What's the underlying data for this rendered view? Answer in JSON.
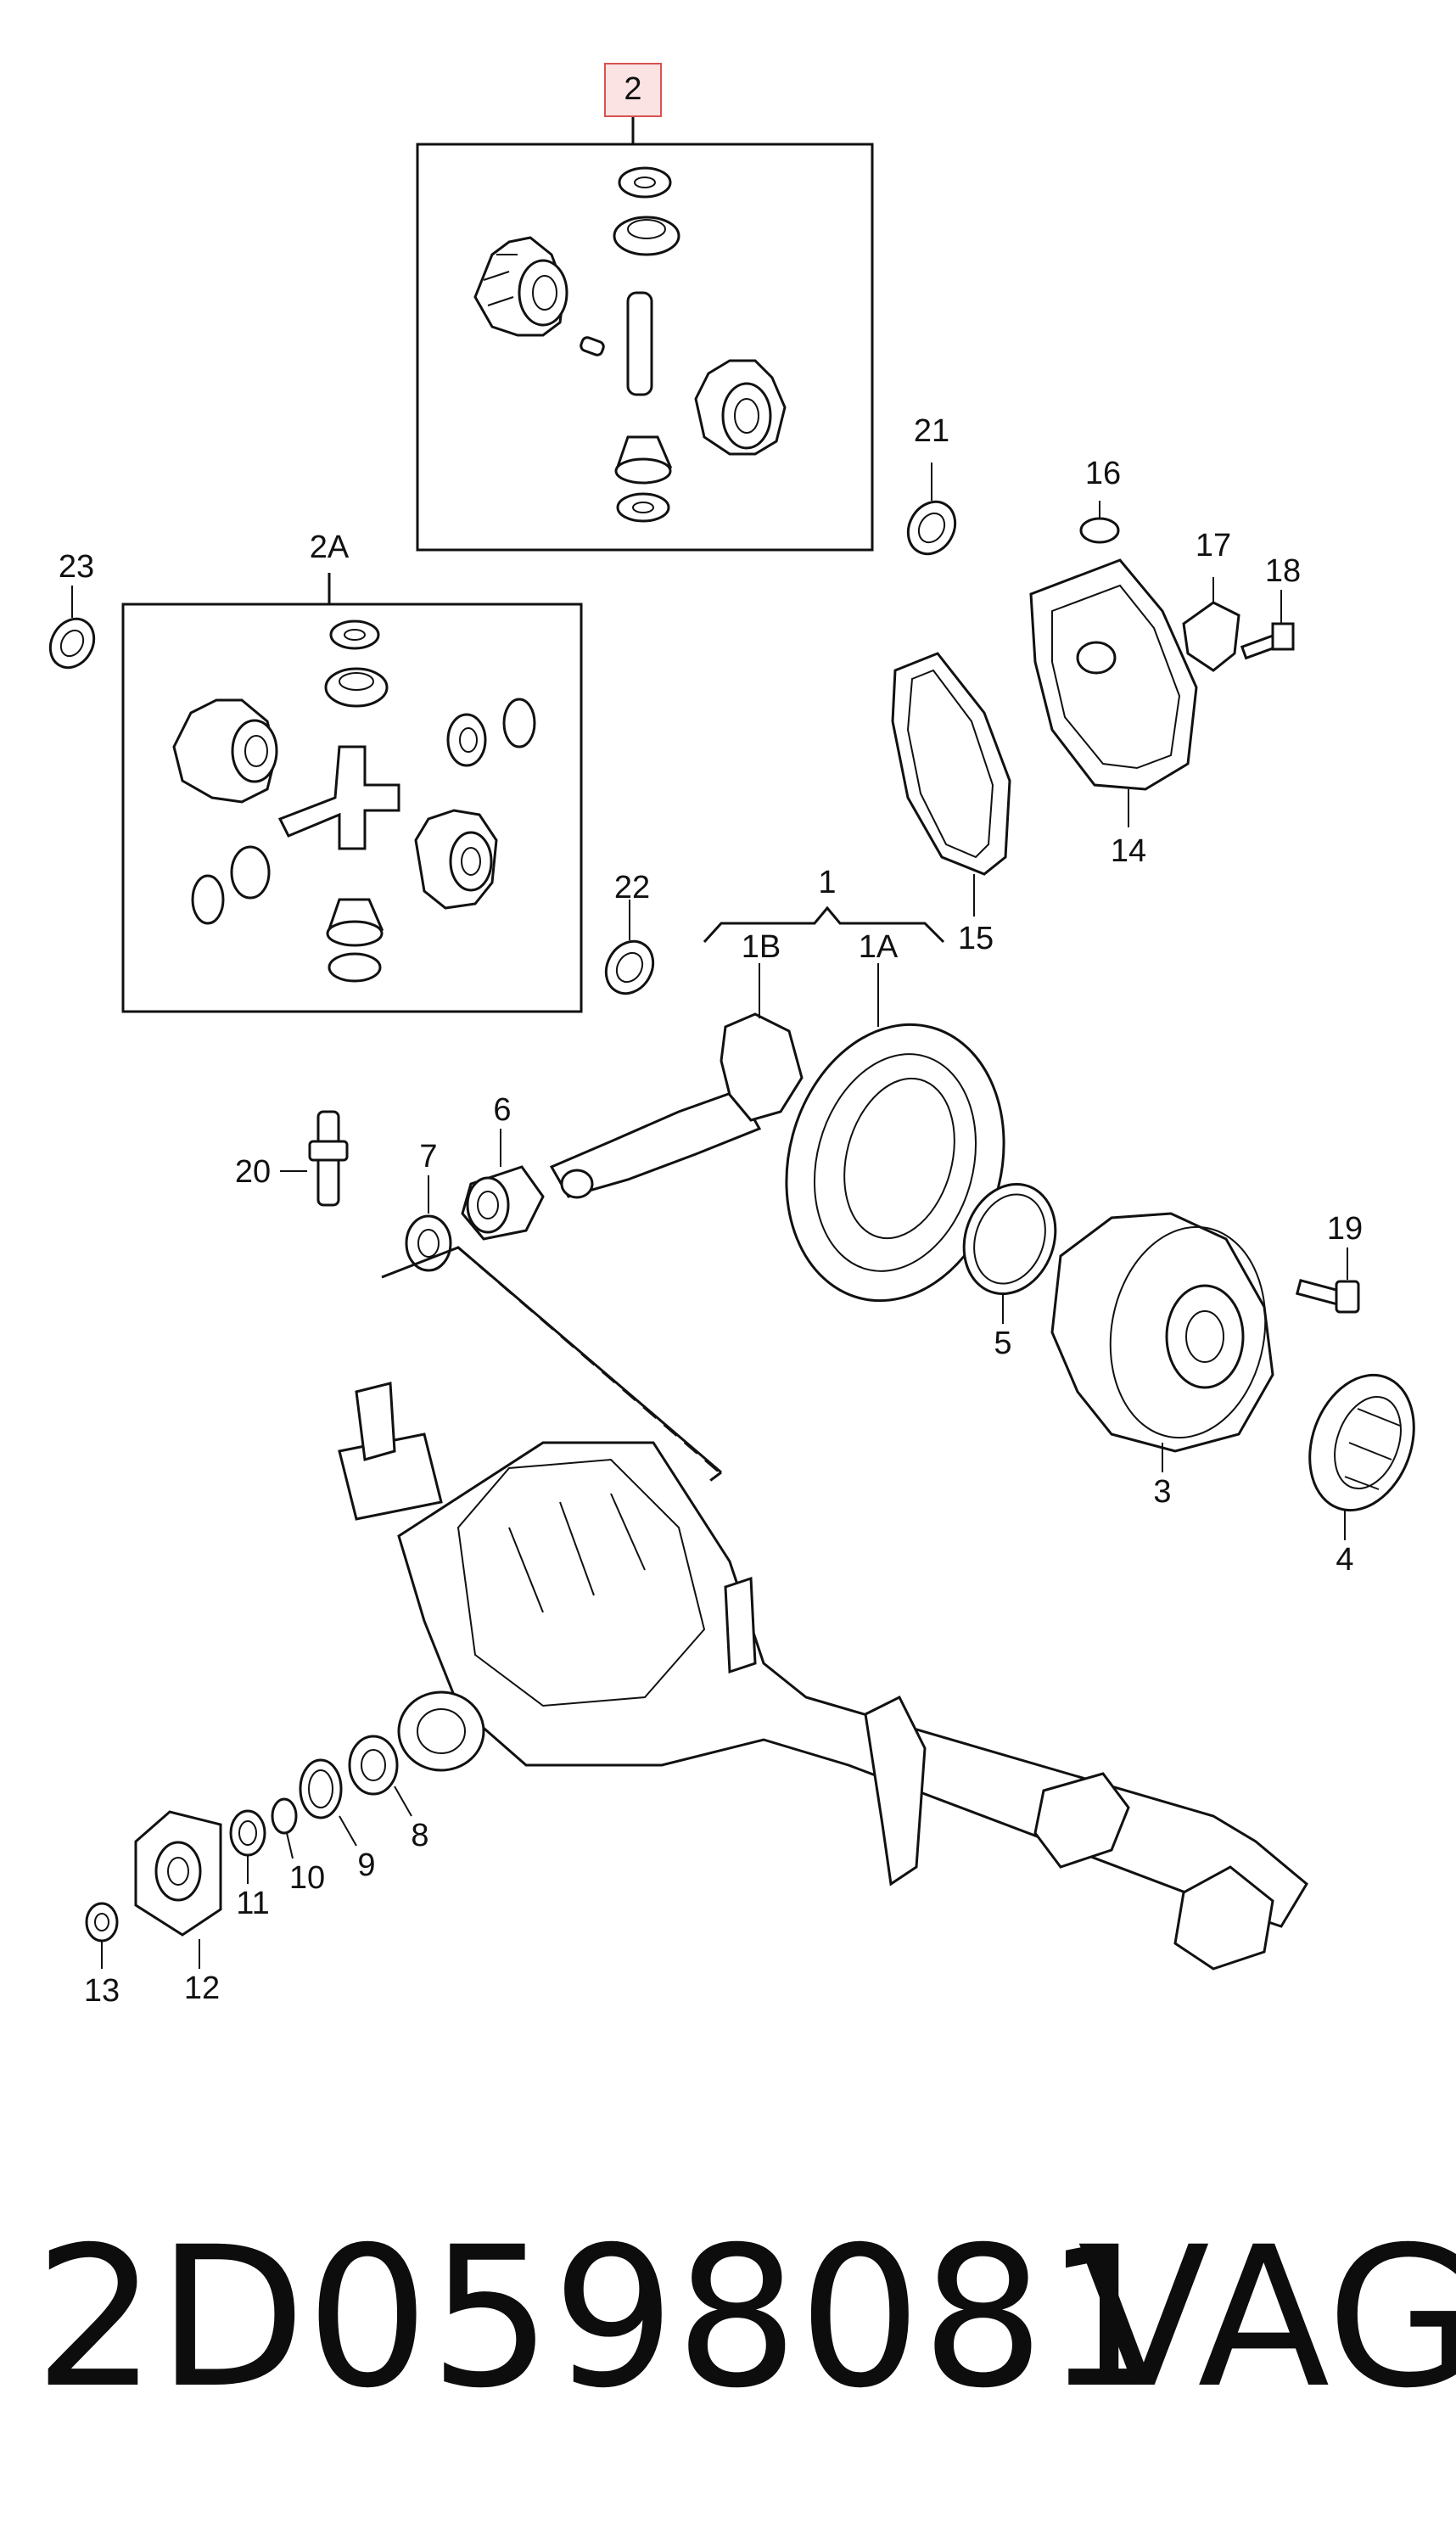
{
  "diagram": {
    "part_labels": {
      "p1": "1",
      "p1a": "1A",
      "p1b": "1B",
      "p2": "2",
      "p2a": "2A",
      "p3": "3",
      "p4": "4",
      "p5": "5",
      "p6": "6",
      "p7": "7",
      "p8": "8",
      "p9": "9",
      "p10": "10",
      "p11": "11",
      "p12": "12",
      "p13": "13",
      "p14": "14",
      "p15": "15",
      "p16": "16",
      "p17": "17",
      "p18": "18",
      "p19": "19",
      "p20": "20",
      "p21": "21",
      "p22": "22",
      "p23": "23"
    },
    "highlight_color": "#d9534f"
  },
  "footer": {
    "part_number": "2D0598081",
    "brand": "VAG"
  }
}
